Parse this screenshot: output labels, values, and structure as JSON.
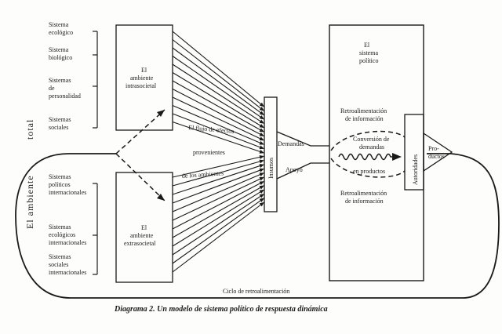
{
  "diagram": {
    "caption": "Diagrama 2. Un modelo de sistema político de respuesta dinámica",
    "environment_label_left": "El ambiente",
    "environment_label_right": "total",
    "intrasocietal": {
      "box_label": [
        "El",
        "ambiente",
        "intrasocietal"
      ],
      "systems": [
        [
          "Sistema",
          "ecológico"
        ],
        [
          "Sistema",
          "biológico"
        ],
        [
          "Sistemas",
          "de",
          "personalidad"
        ],
        [
          "Sistemas",
          "sociales"
        ]
      ]
    },
    "extrasocietal": {
      "box_label": [
        "El",
        "ambiente",
        "extrasocietal"
      ],
      "systems": [
        [
          "Sistemas",
          "políticos",
          "internacionales"
        ],
        [
          "Sistemas",
          "ecológicos",
          "internacionales"
        ],
        [
          "Sistemas",
          "sociales",
          "internacionales"
        ]
      ]
    },
    "flow_labels": [
      "El flujo de efectos",
      "provenientes",
      "de los ambientes"
    ],
    "inputs_label": "Insumos",
    "demands_label": "Demandas",
    "support_label": "Apoyo",
    "political_system": [
      "El",
      "sistema",
      "político"
    ],
    "feedback_top": [
      "Retroalimentación",
      "de información"
    ],
    "feedback_bottom": [
      "Retroalimentación",
      "de información"
    ],
    "conversion": [
      "Conversión de",
      "demandas",
      "en productos"
    ],
    "authorities_label": "Autoridades",
    "products_label": [
      "Pro-",
      "ductos"
    ],
    "feedback_loop_label": "Ciclo de retroalimentación"
  }
}
